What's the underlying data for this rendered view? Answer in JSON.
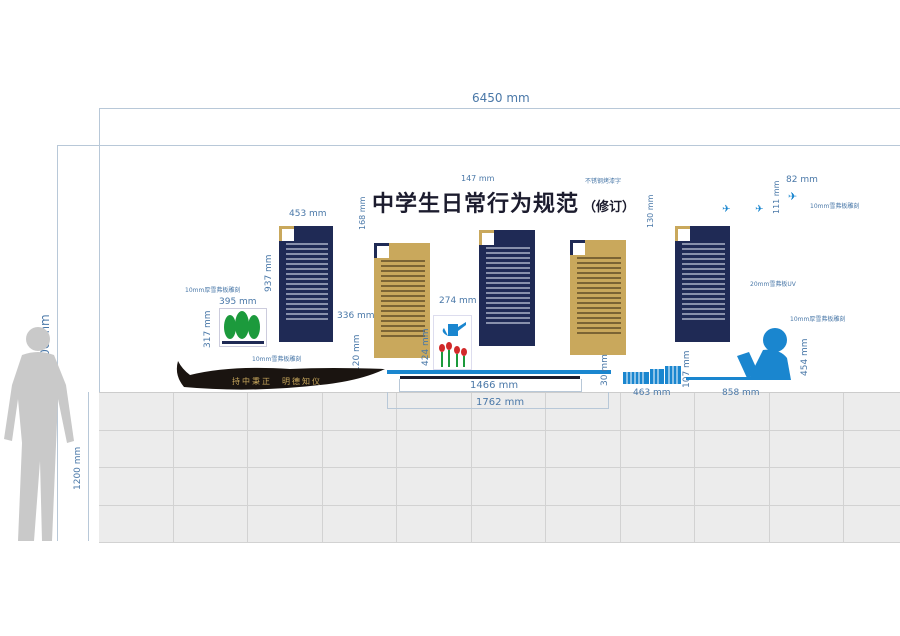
{
  "title": "中学生日常行为规范",
  "title_suffix": "（修订）",
  "slogan": "持中秉正　明德知仪",
  "dimensions": {
    "total_width": "6450 mm",
    "total_height": "3200 mm",
    "base_height": "1200 mm",
    "panel_width": "453 mm",
    "panel_height": "937 mm",
    "title_height": "168 mm",
    "title_char": "147 mm",
    "suffix_height": "130 mm",
    "tree_width": "395 mm",
    "tree_height": "317 mm",
    "gap": "336 mm",
    "mountain": "120 mm",
    "can_width": "274 mm",
    "can_height": "424 mm",
    "inner_line": "1466 mm",
    "outer_line": "1762 mm",
    "line_thick": "30 mm",
    "books_width": "463 mm",
    "books_height": "107 mm",
    "girl_width": "858 mm",
    "girl_height": "454 mm",
    "bird_width": "82 mm",
    "bird_height": "111 mm"
  },
  "notes": {
    "left_top": "10mm厚雪弗板雕刻",
    "tree_bottom": "10mm雪弗板雕刻",
    "title_material": "不锈钢烤漆字",
    "bird": "10mm雪弗板雕刻",
    "panel_material": "20mm雪弗板UV",
    "girl": "10mm厚雪弗板雕刻"
  },
  "colors": {
    "navy": "#1f2a55",
    "gold": "#c9a85c",
    "blue": "#1a86cf",
    "dim": "#4a78a8"
  }
}
